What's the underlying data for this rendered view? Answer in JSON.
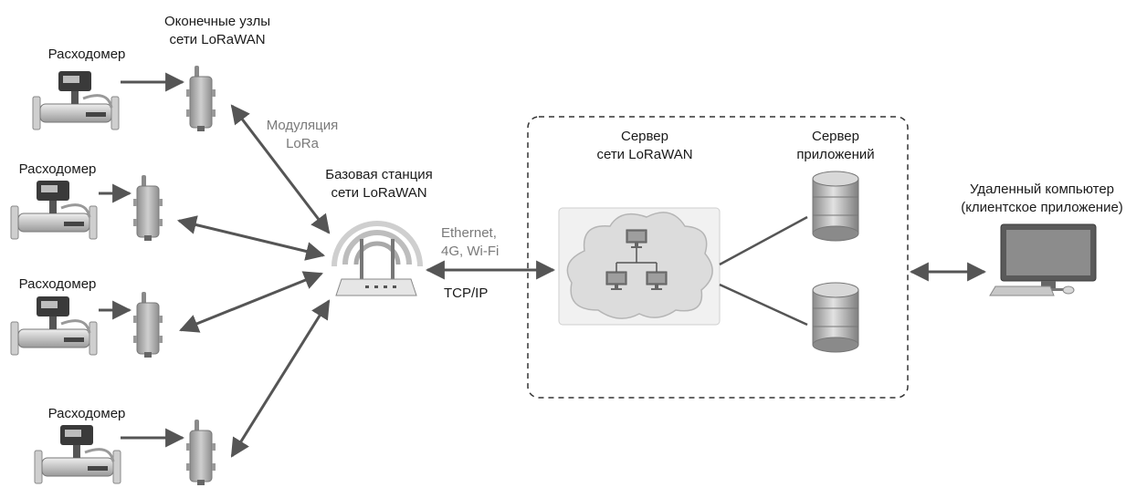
{
  "labels": {
    "end_nodes_line1": "Оконечные узлы",
    "end_nodes_line2": "сети LoRaWAN",
    "flowmeter": "Расходомер",
    "modulation_line1": "Модуляция",
    "modulation_line2": "LoRa",
    "base_station_line1": "Базовая станция",
    "base_station_line2": "сети LoRaWAN",
    "link_line1": "Ethernet,",
    "link_line2": "4G, Wi-Fi",
    "tcpip": "TCP/IP",
    "network_server_line1": "Сервер",
    "network_server_line2": "сети LoRaWAN",
    "app_server_line1": "Сервер",
    "app_server_line2": "приложений",
    "remote_pc_line1": "Удаленный компьютер",
    "remote_pc_line2": "(клиентское приложение)"
  },
  "colors": {
    "arrow": "#555555",
    "dashed_border": "#333333",
    "cloud_fill": "#dcdcdc",
    "device_body": "#b8b8b8",
    "gray_text": "#7a7a7a"
  },
  "icons": [
    "flowmeter-icon",
    "lorawan-node-icon",
    "base-station-icon",
    "cloud-network-icon",
    "database-icon",
    "desktop-computer-icon"
  ]
}
